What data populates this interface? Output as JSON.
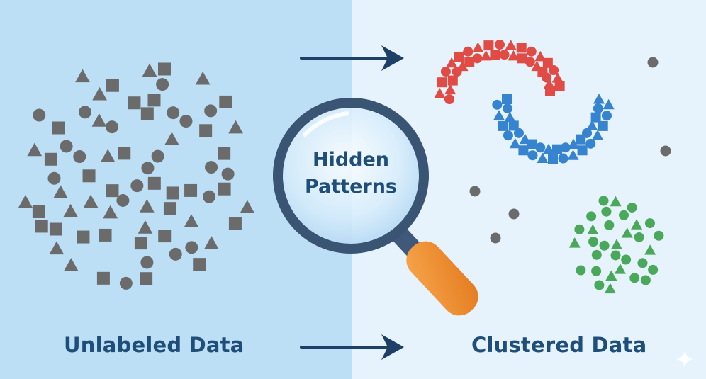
{
  "labels": {
    "left": "Unlabeled Data",
    "right": "Clustered Data",
    "lens_line1": "Hidden",
    "lens_line2": "Patterns"
  },
  "colors": {
    "background_left": "#bddff6",
    "background_right": "#e6f3fc",
    "text": "#1f4e79",
    "arrow": "#1f4066",
    "unlabeled_points": "#6b6b6b",
    "cluster_red": "#e04b45",
    "cluster_blue": "#3683cf",
    "cluster_green": "#4aa85a",
    "noise_points": "#6b6b6b",
    "lens_rim": "#3a5574",
    "handle": "#f08f33"
  },
  "icons": {
    "magnifier": "magnifying-glass-icon",
    "arrow": "arrow-right-icon",
    "sparkle": "sparkle-icon"
  }
}
